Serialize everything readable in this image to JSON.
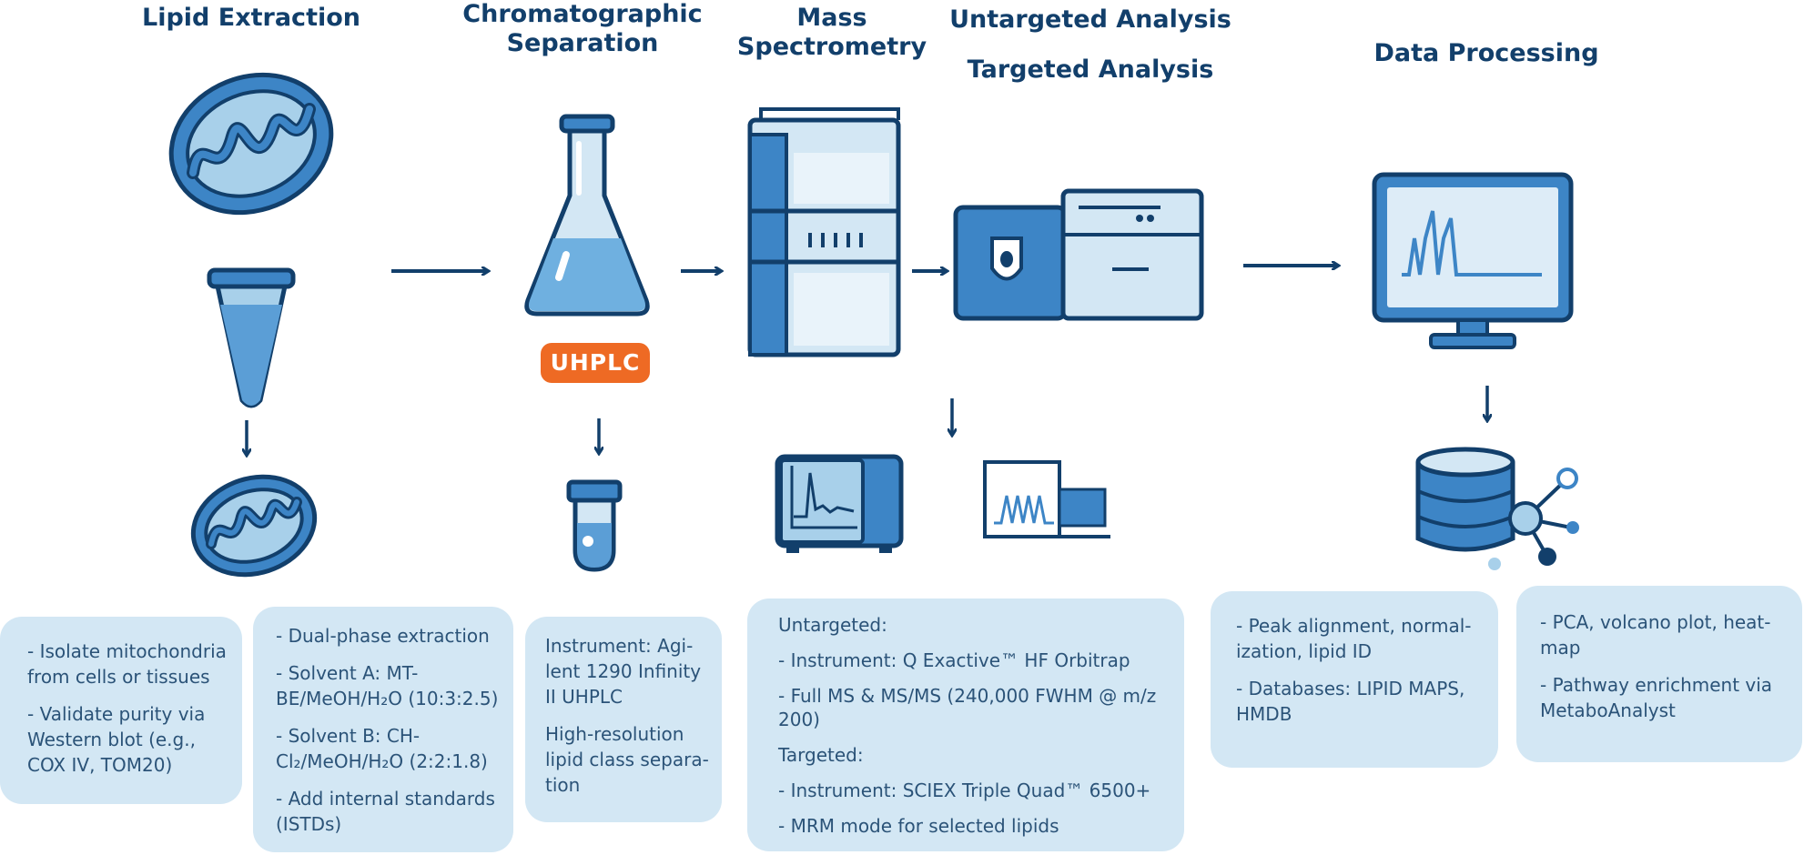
{
  "titles": {
    "lipid_extraction": "Lipid Extraction",
    "chromatographic_separation": [
      "Chromatographic",
      "Separation"
    ],
    "mass_spectrometry": [
      "Mass",
      "Spectrometry"
    ],
    "untargeted_analysis": "Untargeted Analysis",
    "targeted_analysis": "Targeted Analysis",
    "data_processing": "Data Processing"
  },
  "badge": "UHPLC",
  "boxes": {
    "box1": [
      "- Isolate mitochondria from cells or tissues",
      "- Validate purity via Western blot (e.g., COX IV, TOM20)"
    ],
    "box2": [
      "- Dual-phase extraction",
      "- Solvent A: MT-BE/MeOH/H₂O (10:3:2.5)",
      "- Solvent B: CH-Cl₂/MeOH/H₂O (2:2:1.8)",
      "- Add internal standards (ISTDs)"
    ],
    "box3": [
      "Instrument: Agi-lent 1290 Infinity II UHPLC",
      "High-resolution lipid class separa-tion"
    ],
    "box4": [
      "Untargeted:",
      "- Instrument: Q Exactive™ HF Orbitrap",
      "- Full MS & MS/MS (240,000 FWHM @ m/z 200)",
      "Targeted:",
      "- Instrument: SCIEX Triple Quad™ 6500+",
      "- MRM mode for selected lipids"
    ],
    "box5": [
      "- Peak alignment, normal-ization, lipid ID",
      "- Databases: LIPID MAPS, HMDB"
    ],
    "box6": [
      "- PCA, volcano plot, heat-map",
      "- Pathway enrichment via MetaboAnalyst"
    ]
  },
  "colors": {
    "dark_blue": "#123f6b",
    "mid_blue": "#3d85c6",
    "light_blue": "#a8d0ea",
    "pale_blue": "#d3e7f4",
    "orange": "#ee6a24"
  }
}
